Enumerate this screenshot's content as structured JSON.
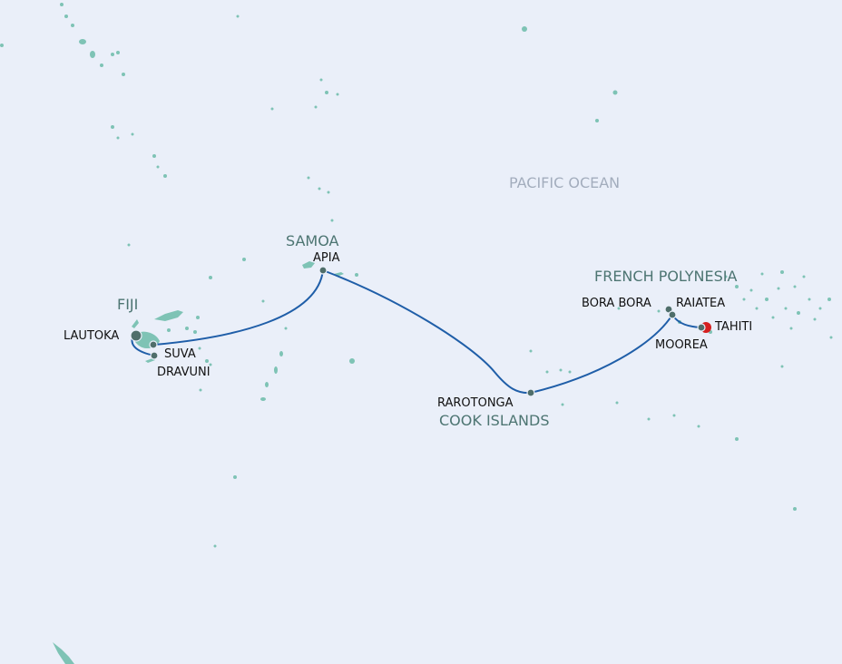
{
  "map": {
    "ocean_label": "PACIFIC OCEAN",
    "regions": [
      "FIJI",
      "SAMOA",
      "COOK ISLANDS",
      "FRENCH POLYNESIA"
    ],
    "ports": [
      "LAUTOKA",
      "SUVA",
      "DRAVUNI",
      "APIA",
      "RAROTONGA",
      "BORA BORA",
      "RAIATEA",
      "MOOREA",
      "TAHITI"
    ],
    "colors": {
      "water": "#eaeff9",
      "land": "#7ec3b5",
      "route": "#1f5ea8",
      "port": "#4f6e6a",
      "start_marker": "#d42020"
    }
  }
}
